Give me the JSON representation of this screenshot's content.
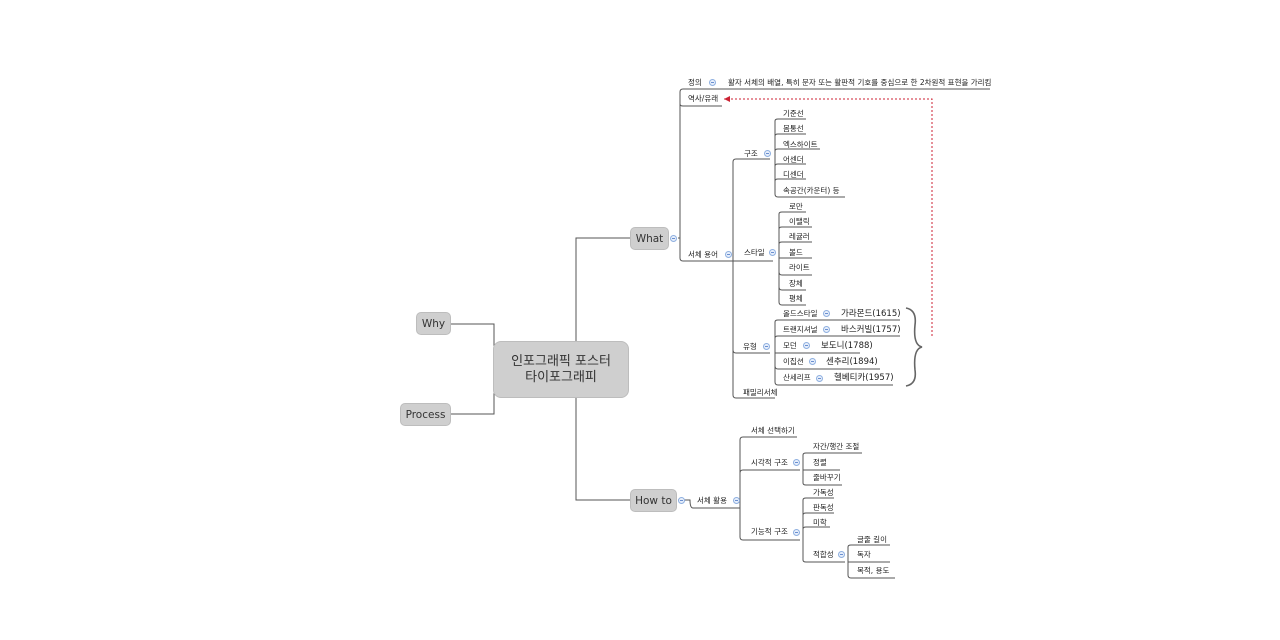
{
  "root": {
    "line1": "인포그래픽 포스터",
    "line2": "타이포그래피"
  },
  "main_topics": {
    "why": "Why",
    "process": "Process",
    "what": "What",
    "how_to": "How to"
  },
  "what": {
    "definition_label": "정의",
    "definition_text": "활자 서체의 배열, 특히 문자 또는 활판적 기호를 중심으로 한 2차원적 표현을 가리킴",
    "history": "역사/유래",
    "terms": "서체 용어",
    "structure": {
      "label": "구조",
      "items": [
        "기준선",
        "몸통선",
        "엑스하이트",
        "어센더",
        "디센더",
        "속공간(카운터) 등"
      ]
    },
    "style": {
      "label": "스타일",
      "items": [
        "로만",
        "이탤릭",
        "레귤러",
        "볼드",
        "라이트",
        "장체",
        "평체"
      ]
    },
    "type": {
      "label": "유형",
      "items": [
        {
          "name": "올드스타일",
          "example": "가라몬드(1615)"
        },
        {
          "name": "트랜지셔널",
          "example": "바스커빌(1757)"
        },
        {
          "name": "모던",
          "example": "보도니(1788)"
        },
        {
          "name": "이집션",
          "example": "센추리(1894)"
        },
        {
          "name": "산세리프",
          "example": "헬베티카(1957)"
        }
      ]
    },
    "family": "패밀리서체"
  },
  "how_to": {
    "usage": "서체 활용",
    "select": "서체 선택하기",
    "visual": {
      "label": "시각적 구조",
      "items": [
        "자간/행간 조절",
        "정렬",
        "줄바꾸기"
      ]
    },
    "functional": {
      "label": "기능적 구조",
      "items": [
        "가독성",
        "판독성",
        "미학"
      ],
      "fit": {
        "label": "적합성",
        "items": [
          "글줄 길이",
          "독자",
          "목적, 용도"
        ]
      }
    }
  },
  "colors": {
    "line": "#555555",
    "node_fill": "#cfcfcf",
    "relation": "#cc2233",
    "toggle": "#8fb0e0"
  }
}
